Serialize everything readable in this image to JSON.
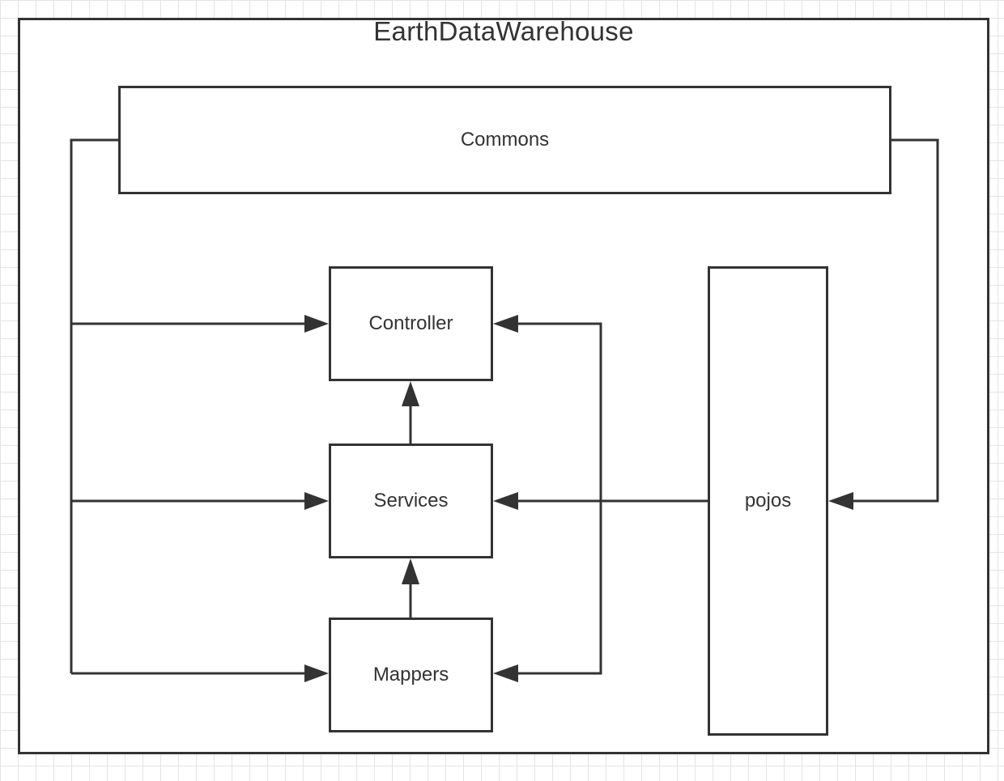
{
  "diagram": {
    "title": "EarthDataWarehouse",
    "nodes": {
      "commons": "Commons",
      "controller": "Controller",
      "services": "Services",
      "mappers": "Mappers",
      "pojos": "pojos"
    },
    "edges": [
      {
        "from": "commons",
        "to": "controller"
      },
      {
        "from": "commons",
        "to": "services"
      },
      {
        "from": "commons",
        "to": "mappers"
      },
      {
        "from": "commons",
        "to": "pojos"
      },
      {
        "from": "services",
        "to": "controller"
      },
      {
        "from": "mappers",
        "to": "services"
      },
      {
        "from": "pojos",
        "to": "controller"
      },
      {
        "from": "pojos",
        "to": "services"
      },
      {
        "from": "pojos",
        "to": "mappers"
      }
    ],
    "colors": {
      "stroke": "#333333",
      "grid": "#e4e4e4"
    }
  }
}
